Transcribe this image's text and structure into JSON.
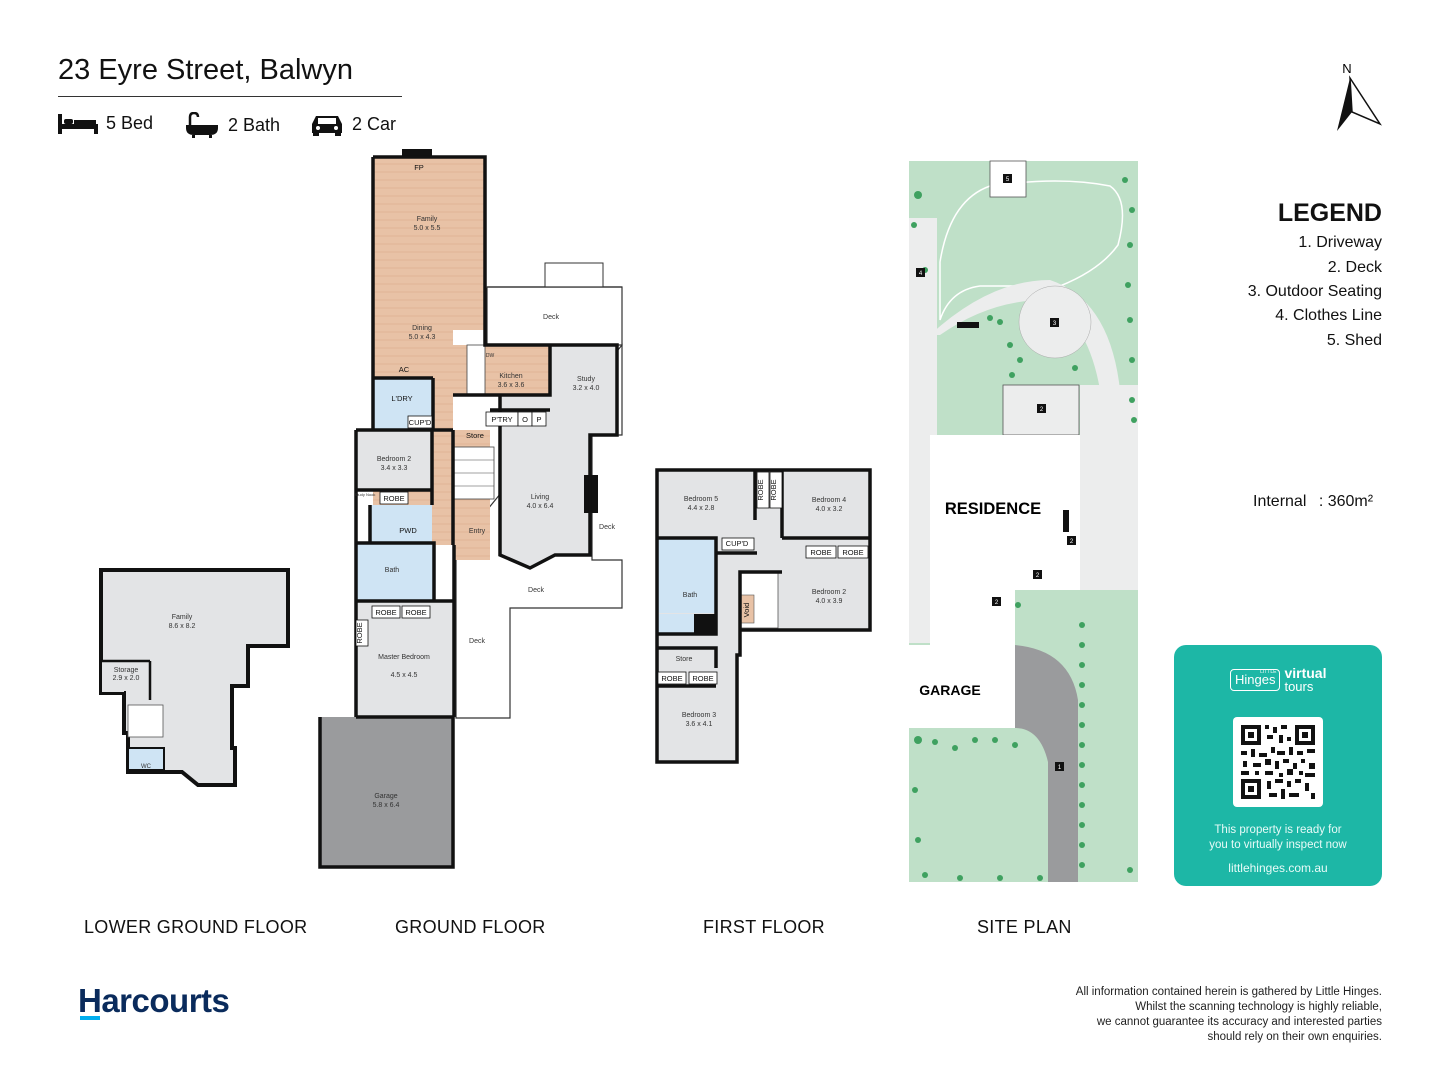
{
  "header": {
    "address": "23 Eyre Street, Balwyn"
  },
  "features": [
    {
      "icon": "bed-icon",
      "label": "5 Bed"
    },
    {
      "icon": "bath-icon",
      "label": "2 Bath"
    },
    {
      "icon": "car-icon",
      "label": "2 Car"
    }
  ],
  "compass": {
    "label": "N"
  },
  "floors": {
    "lower_ground": {
      "caption": "LOWER GROUND FLOOR",
      "rooms": [
        {
          "name": "Family",
          "size": "8.6 x 8.2"
        },
        {
          "name": "Storage",
          "size": "2.9 x 2.0"
        },
        {
          "name": "WC",
          "size": ""
        }
      ]
    },
    "ground": {
      "caption": "GROUND FLOOR",
      "rooms": [
        {
          "name": "Family",
          "size": "5.0 x 5.5"
        },
        {
          "name": "Dining",
          "size": "5.0 x 4.3"
        },
        {
          "name": "Kitchen",
          "size": "3.6 x 3.6"
        },
        {
          "name": "Study",
          "size": "3.2 x 4.0"
        },
        {
          "name": "Bedroom 2",
          "size": "3.4 x 3.3"
        },
        {
          "name": "Living",
          "size": "4.0 x 6.4"
        },
        {
          "name": "Master Bedroom",
          "size": "4.5 x 4.5"
        },
        {
          "name": "Garage",
          "size": "5.8 x 6.4"
        },
        {
          "name": "Deck",
          "size": ""
        },
        {
          "name": "Bath",
          "size": ""
        },
        {
          "name": "Entry",
          "size": ""
        }
      ],
      "tags": [
        "FP",
        "AC",
        "L'DRY",
        "CUP'D",
        "Store",
        "P'TRY",
        "O",
        "P",
        "ROBE",
        "PWD",
        "ROBE",
        "ROBE",
        "ROBE",
        "Deck",
        "Deck",
        "Deck",
        "DW",
        "Study Nook"
      ]
    },
    "first": {
      "caption": "FIRST FLOOR",
      "rooms": [
        {
          "name": "Bedroom 5",
          "size": "4.4 x 2.8"
        },
        {
          "name": "Bedroom 4",
          "size": "4.0 x 3.2"
        },
        {
          "name": "Bedroom 2",
          "size": "4.0 x 3.9"
        },
        {
          "name": "Bedroom 3",
          "size": "3.6 x 4.1"
        },
        {
          "name": "Bath",
          "size": ""
        },
        {
          "name": "Store",
          "size": ""
        }
      ],
      "tags": [
        "ROBE",
        "ROBE",
        "CUP'D",
        "ROBE",
        "ROBE",
        "Void",
        "ROBE",
        "ROBE"
      ]
    },
    "site": {
      "caption": "SITE PLAN",
      "labels": [
        "RESIDENCE",
        "GARAGE"
      ],
      "markers": [
        "1",
        "2",
        "2",
        "2",
        "2",
        "3",
        "4",
        "5"
      ]
    }
  },
  "legend": {
    "title": "LEGEND",
    "items": [
      "1. Driveway",
      "2. Deck",
      "3. Outdoor Seating",
      "4. Clothes Line",
      "5. Shed"
    ],
    "internal_label": "Internal",
    "internal_value": ": 360m²"
  },
  "virtual_tour": {
    "brand_small": "LITTLE",
    "brand": "Hinges",
    "product_top": "virtual",
    "product_bottom": "tours",
    "message_1": "This property is ready for",
    "message_2": "you to virtually inspect now",
    "url": "littlehinges.com.au"
  },
  "footer": {
    "brand": "Harcourts",
    "disclaimer": [
      "All information contained herein is gathered by Little Hinges.",
      "Whilst the scanning technology is highly reliable,",
      "we cannot guarantee its accuracy and interested parties",
      "should rely on their own enquiries."
    ]
  },
  "colors": {
    "timber": "#e8c2a6",
    "tile": "#cfe4f4",
    "carpet": "#e3e4e6",
    "garage": "#9a9b9d",
    "lawn": "#bfe0c8",
    "tree": "#3fa160",
    "vt_teal": "#1db7a6",
    "brand_navy": "#0a2b5c"
  }
}
